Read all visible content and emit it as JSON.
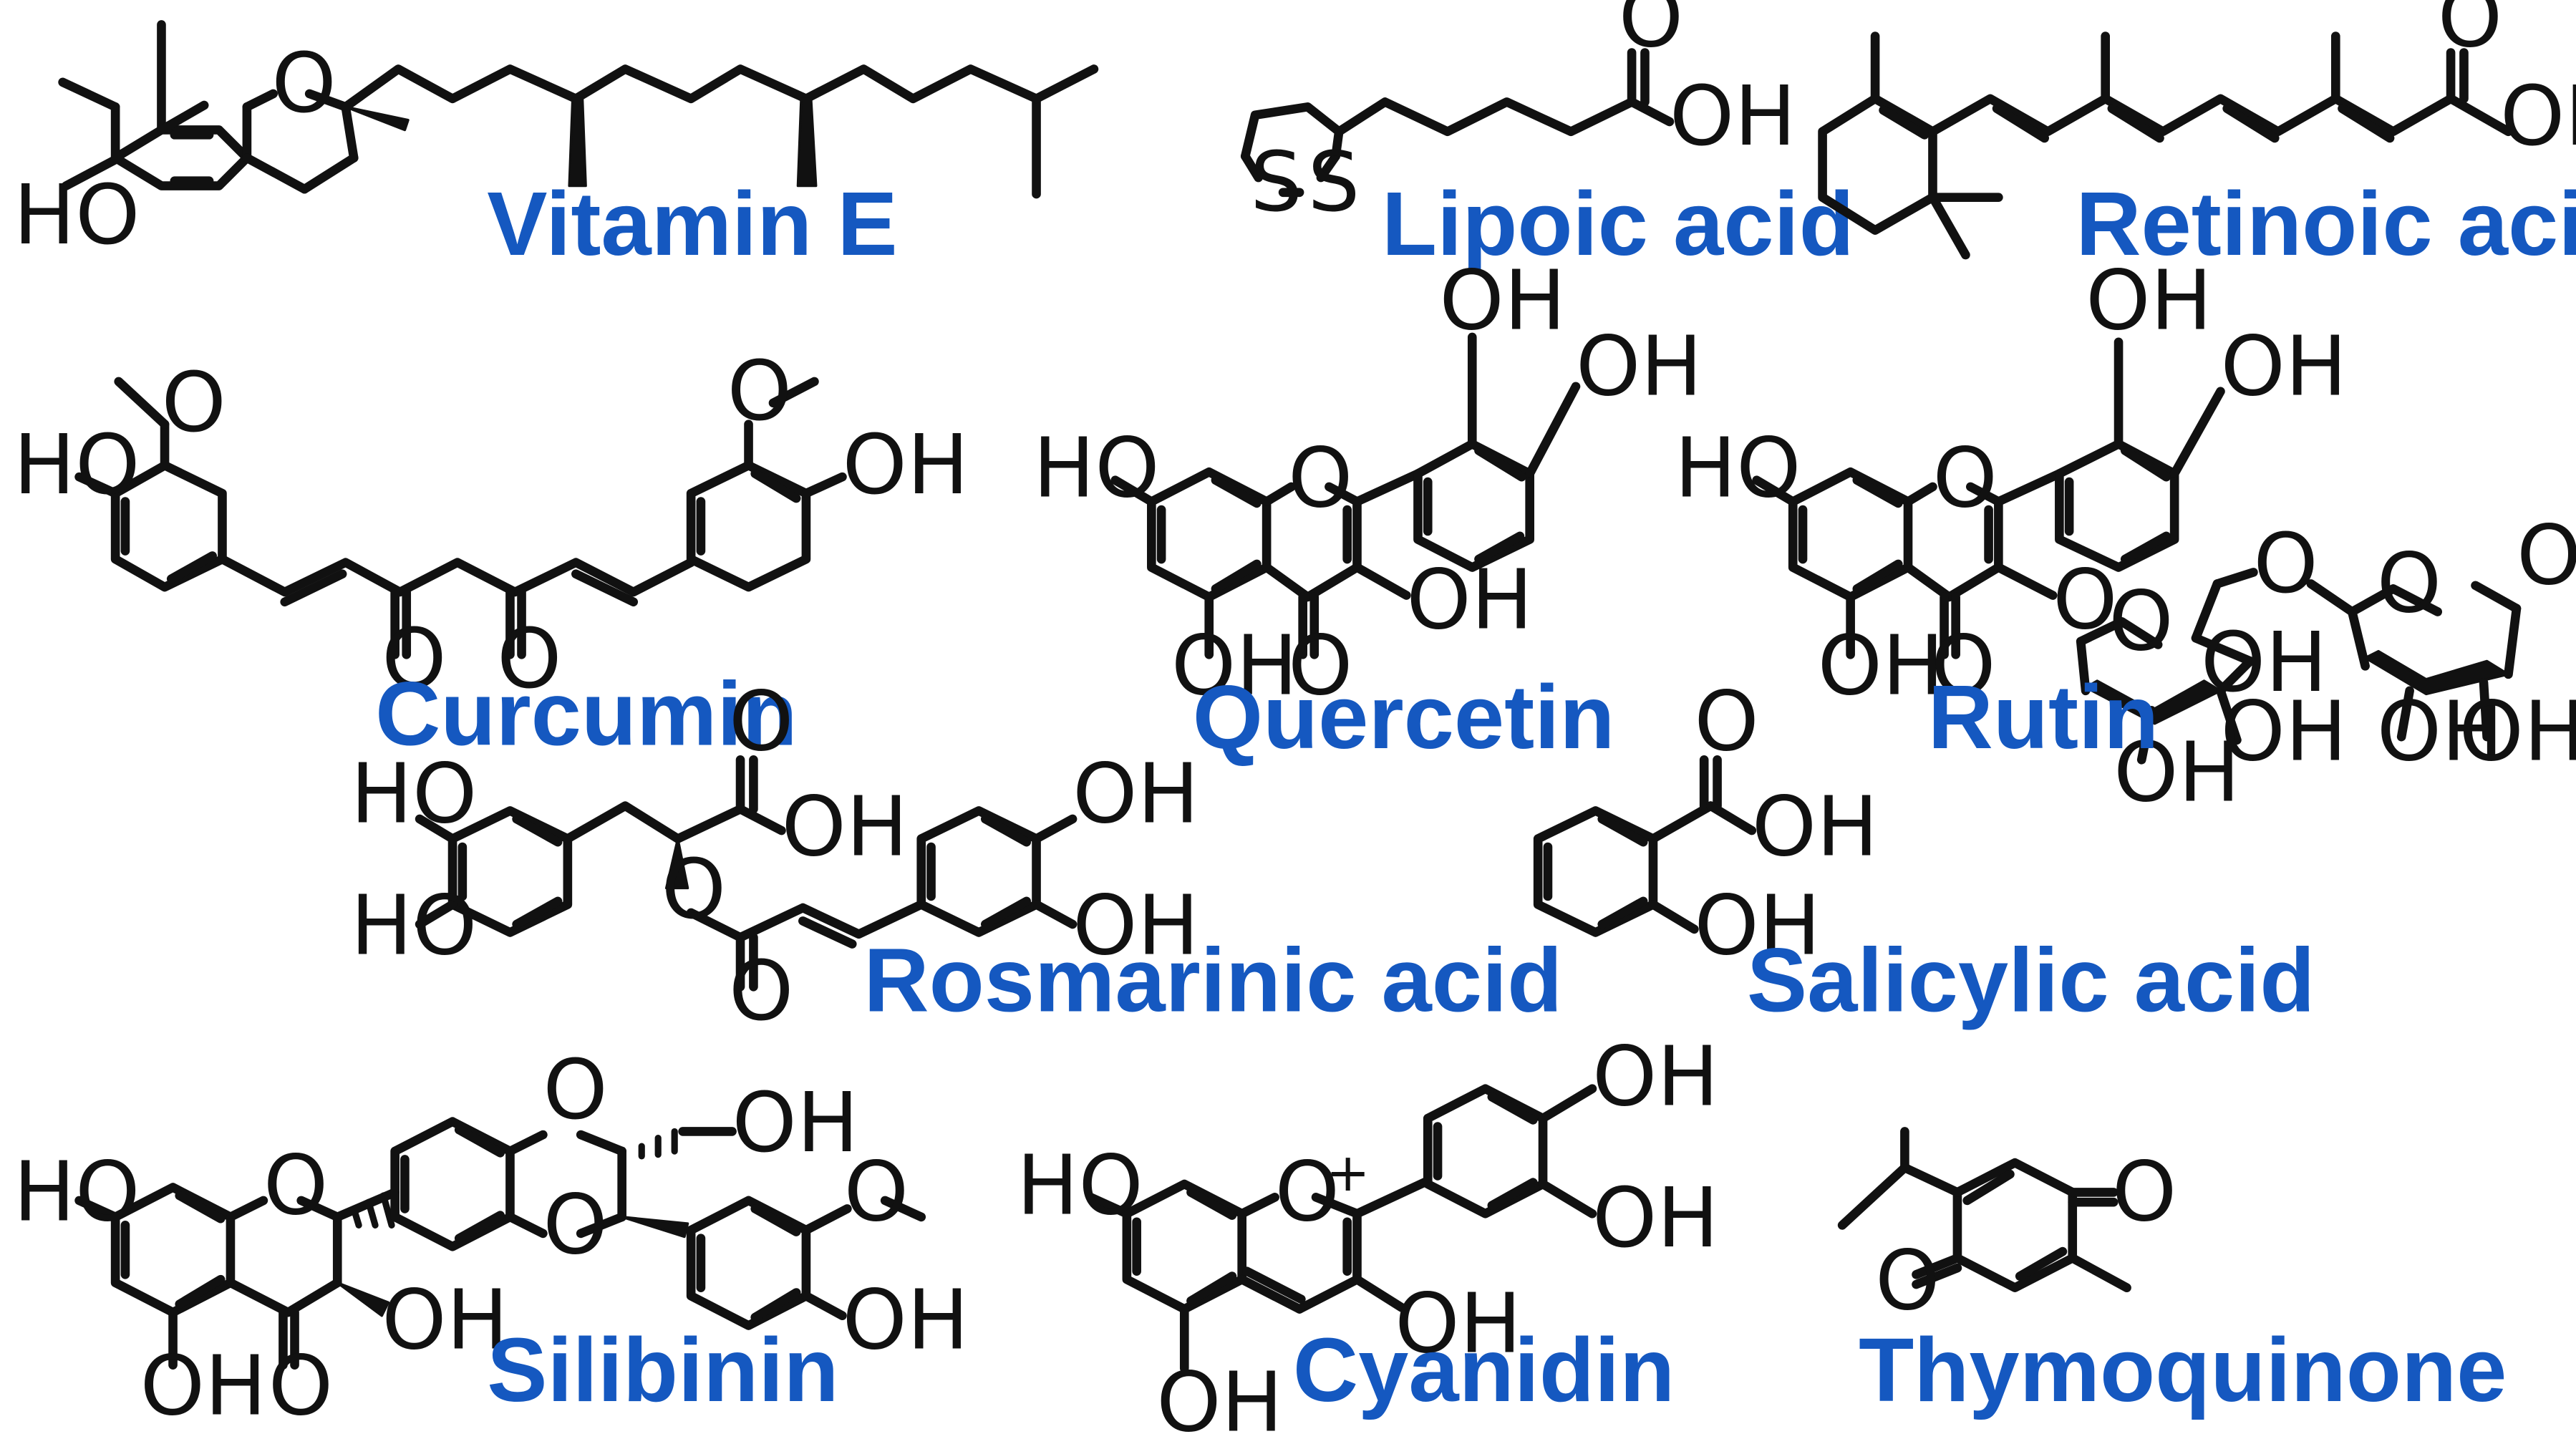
{
  "colors": {
    "name": "#1558c0",
    "structure": "#111111",
    "background": "#ffffff"
  },
  "atoms": {
    "oxygen": "O",
    "hydroxyl": "HO",
    "hydroxyl_right": "OH",
    "sulfur": "S",
    "charge": "+"
  },
  "compounds": [
    {
      "name": "Vitamin E"
    },
    {
      "name": "Lipoic acid"
    },
    {
      "name": "Retinoic acid"
    },
    {
      "name": "Curcumin"
    },
    {
      "name": "Quercetin"
    },
    {
      "name": "Rutin"
    },
    {
      "name": "Rosmarinic acid"
    },
    {
      "name": "Salicylic acid"
    },
    {
      "name": "Silibinin"
    },
    {
      "name": "Cyanidin"
    },
    {
      "name": "Thymoquinone"
    }
  ]
}
